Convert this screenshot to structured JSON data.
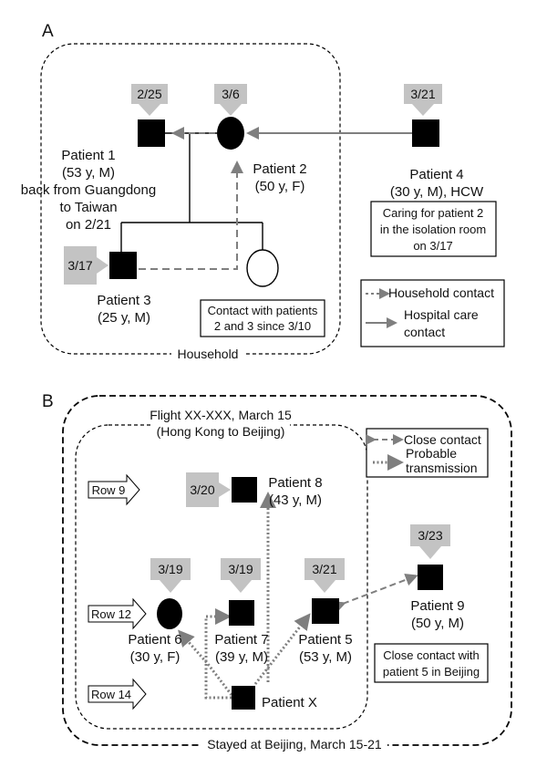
{
  "colors": {
    "gray": "#7f7f7f",
    "date_fill": "#c3c3c3",
    "black": "#000000"
  },
  "panel_a": {
    "letter": "A",
    "household_label": "Household",
    "dates": {
      "p1": "2/25",
      "p2": "3/6",
      "p4": "3/21",
      "p3": "3/17"
    },
    "patient1": [
      "Patient 1",
      "(53 y, M)",
      "back from Guangdong",
      "to Taiwan",
      "on 2/21"
    ],
    "patient2": [
      "Patient 2",
      "(50 y, F)"
    ],
    "patient3": [
      "Patient 3",
      "(25 y, M)"
    ],
    "patient4": [
      "Patient 4",
      "(30 y, M), HCW"
    ],
    "caring_box": [
      "Caring for patient 2",
      "in the isolation room",
      "on 3/17"
    ],
    "contact_box": [
      "Contact with patients",
      "2 and 3 since 3/10"
    ],
    "legend": {
      "household": "Household contact",
      "hospital": [
        "Hospital care",
        "contact"
      ]
    }
  },
  "panel_b": {
    "letter": "B",
    "flight": [
      "Flight XX-XXX, March 15",
      "(Hong Kong to Beijing)"
    ],
    "stayed": "Stayed at Beijing, March 15-21",
    "rows": [
      "Row 9",
      "Row 12",
      "Row 14"
    ],
    "dates": {
      "p8": "3/20",
      "p6": "3/19",
      "p7": "3/19",
      "p5": "3/21",
      "p9": "3/23"
    },
    "patient8": [
      "Patient 8",
      "(43 y, M)"
    ],
    "patient6": [
      "Patient 6",
      "(30 y, F)"
    ],
    "patient7": [
      "Patient 7",
      "(39 y, M)"
    ],
    "patient5": [
      "Patient 5",
      "(53 y, M)"
    ],
    "patient9": [
      "Patient 9",
      "(50 y, M)"
    ],
    "patientx": "Patient X",
    "close_box": [
      "Close contact with",
      "patient 5 in Beijing"
    ],
    "legend": {
      "close": "Close contact",
      "probable": [
        "Probable",
        "transmission"
      ]
    }
  }
}
